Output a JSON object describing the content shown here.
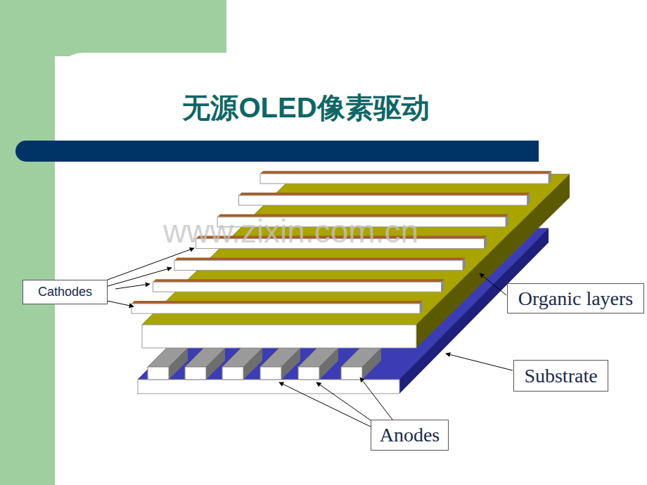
{
  "diagram": {
    "title": "无源OLED像素驱动",
    "nodes": [
      {
        "text": [
          "Cathodes"
        ]
      },
      {
        "text": [
          "Organic layers"
        ]
      },
      {
        "text": [
          "Substrate"
        ]
      },
      {
        "text": [
          "Anodes"
        ]
      }
    ],
    "labels": [
      "www.zixin.com.cn"
    ]
  }
}
